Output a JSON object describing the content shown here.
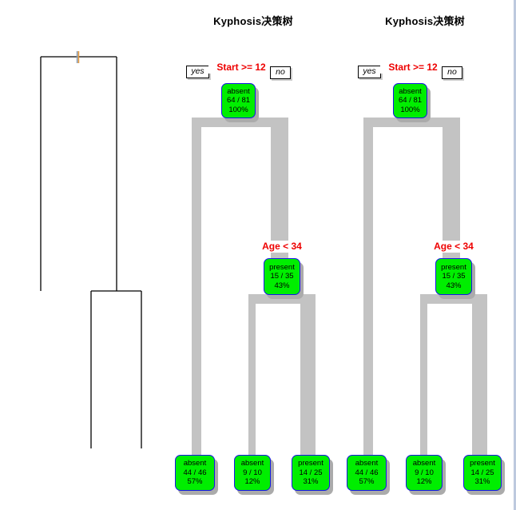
{
  "colors": {
    "node-fill": "#00ee00",
    "node-border": "#1616e6",
    "branch": "#c3c3c3",
    "shadow": "#ababab",
    "split-text": "#ee0000",
    "base-line": "#000000",
    "tick-blue": "#8aa0b8",
    "tick-orange": "#e69a3e",
    "right-edge": "#bdc9de"
  },
  "panels": [
    {
      "title": "Kyphosis决策树",
      "yes_label": "yes",
      "no_label": "no",
      "root_split": "Start >= 12",
      "second_split": "Age < 34",
      "root": {
        "class": "absent",
        "count": "64 / 81",
        "pct": "100%"
      },
      "internal": {
        "class": "present",
        "count": "15 / 35",
        "pct": "43%"
      },
      "leaves": [
        {
          "class": "absent",
          "count": "44 / 46",
          "pct": "57%"
        },
        {
          "class": "absent",
          "count": "9 / 10",
          "pct": "12%"
        },
        {
          "class": "present",
          "count": "14 / 25",
          "pct": "31%"
        }
      ]
    },
    {
      "title": "Kyphosis决策树",
      "yes_label": "yes",
      "no_label": "no",
      "root_split": "Start >= 12",
      "second_split": "Age < 34",
      "root": {
        "class": "absent",
        "count": "64 / 81",
        "pct": "100%"
      },
      "internal": {
        "class": "present",
        "count": "15 / 35",
        "pct": "43%"
      },
      "leaves": [
        {
          "class": "absent",
          "count": "44 / 46",
          "pct": "57%"
        },
        {
          "class": "absent",
          "count": "9 / 10",
          "pct": "12%"
        },
        {
          "class": "present",
          "count": "14 / 25",
          "pct": "31%"
        }
      ]
    }
  ]
}
